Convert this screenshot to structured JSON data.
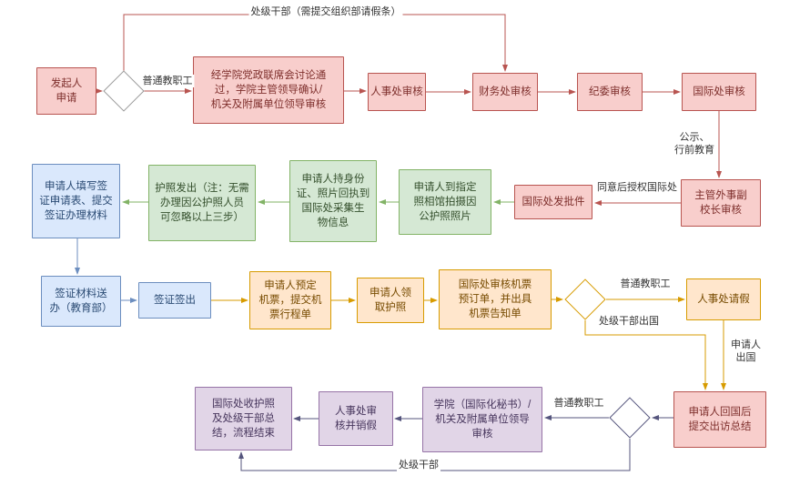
{
  "diagram": {
    "type": "flowchart",
    "language": "zh-CN",
    "nodes": {
      "initiator_apply": "发起人\n申请",
      "college_joint_review": "经学院党政联席会讨论通\n过，学院主管领导确认/\n机关及附属单位领导审核",
      "hr_review": "人事处审核",
      "finance_review": "财务处审核",
      "discipline_review": "纪委审核",
      "intl_office_review": "国际处审核",
      "vp_foreign_affairs_review": "主管外事副\n校长审核",
      "intl_office_approval": "国际处发批件",
      "passport_photo": "申请人到指定\n照相馆拍摄因\n公护照照片",
      "biometric_collection": "申请人持身份\n证、照片回执到\n国际处采集生\n物信息",
      "passport_issued": "护照发出（注：无需\n办理因公护照人员\n可忽略以上三步）",
      "visa_form_fill": "申请人填写签\n证申请表、提交\n签证办理材料",
      "visa_materials_submit": "签证材料送\n办（教育部）",
      "visa_issued": "签证签出",
      "book_flight": "申请人预定\n机票，提交机\n票行程单",
      "collect_passport": "申请人领\n取护照",
      "ticket_review": "国际处审核机票\n预订单，并出具\n机票告知单",
      "hr_leave_request": "人事处请假",
      "return_summary": "申请人回国后\n提交出访总结",
      "college_secretary_review": "学院（国际化秘书）/\n机关及附属单位领导\n审核",
      "hr_cancel_leave": "人事处审\n核并销假",
      "process_end": "国际处收护照\n及处级干部总\n结，流程结束"
    },
    "edge_labels": {
      "cadre_top_bypass": "处级干部（需提交组织部请假条）",
      "ordinary_staff_1": "普通教职工",
      "publicity_pretrip": "公示、\n行前教育",
      "authorize_intl": "同意后授权国际处",
      "ordinary_staff_2": "普通教职工",
      "cadre_abroad": "处级干部出国",
      "applicant_abroad": "申请人\n出国",
      "ordinary_staff_3": "普通教职工",
      "cadre_return": "处级干部"
    },
    "palette": {
      "pink_fill": "#f8cecc",
      "pink_border": "#b85450",
      "green_fill": "#d5e8d4",
      "green_border": "#82b366",
      "blue_fill": "#dae8fc",
      "blue_border": "#6c8ebf",
      "orange_fill": "#ffe6cc",
      "orange_border": "#d79b00",
      "purple_fill": "#e1d5e7",
      "purple_border": "#9673a6",
      "arrow_navy": "#55557d"
    }
  }
}
